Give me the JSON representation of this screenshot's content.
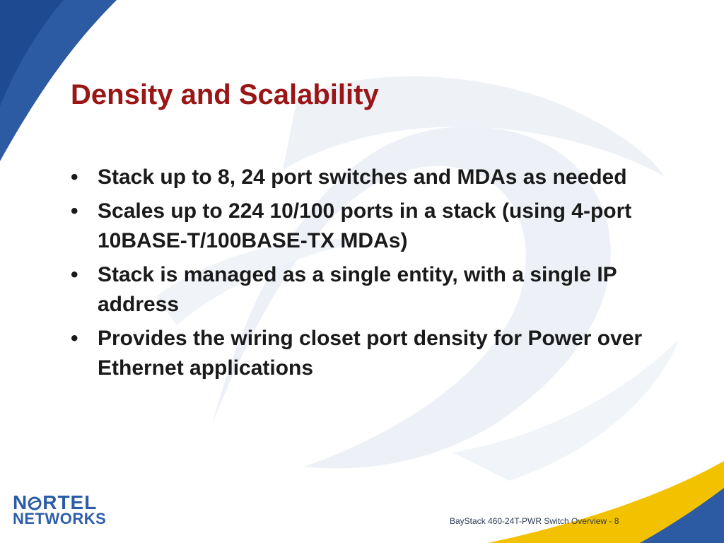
{
  "slide": {
    "title": "Density and Scalability",
    "bullets": [
      "Stack up to 8, 24 port switches and MDAs as needed",
      "Scales up to 224 10/100 ports in a stack (using 4-port 10BASE-T/100BASE-TX MDAs)",
      "Stack is managed as a single entity, with a single IP address",
      "Provides the wiring closet port density for Power over Ethernet applications"
    ],
    "bullet_marker": "•",
    "footer": "BayStack 460-24T-PWR Switch Overview - 8"
  },
  "logo": {
    "line1_start": "N",
    "line1_end": "RTEL",
    "line2": "NETWORKS"
  },
  "colors": {
    "title": "#9a1616",
    "body_text": "#1a1a1a",
    "brand_blue": "#1f4f9a",
    "accent_yellow": "#f2c200",
    "watermark": "#e4ebf3"
  }
}
